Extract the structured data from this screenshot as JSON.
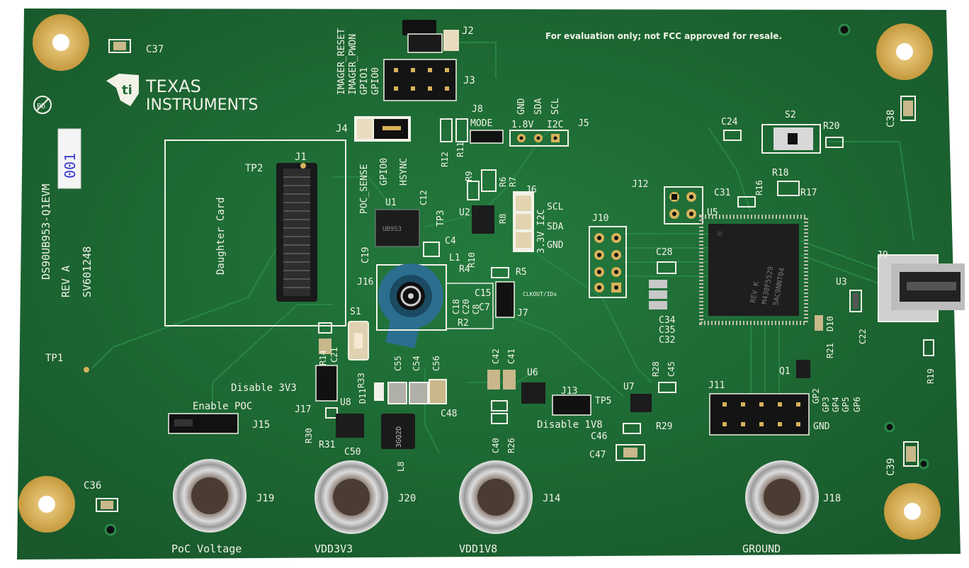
{
  "board": {
    "board_name": "DS90UB953-Q1EVM",
    "revision": "REV A",
    "serial": "SV601248",
    "disclaimer": "For evaluation only; not FCC approved for resale.",
    "logo_line1": "TEXAS",
    "logo_line2": "INSTRUMENTS",
    "daughter_card": "Daughter Card",
    "handwritten_sticker": "001",
    "colors": {
      "pcb": "#1e6b35",
      "silk": "#f2f2e8",
      "gold": "#d7b25a",
      "coax": "#2c6e8f"
    }
  },
  "labels": {
    "c37": "C37",
    "c36": "C36",
    "c38": "C38",
    "c39": "C39",
    "j1": "J1",
    "tp2": "TP2",
    "tp1": "TP1",
    "tp3": "TP3",
    "j2": "J2",
    "j3": "J3",
    "j4": "J4",
    "j5": "J5",
    "j6": "J6",
    "j7": "J7",
    "j8": "J8",
    "j9": "J9",
    "j10": "J10",
    "j11": "J11",
    "j12": "J12",
    "j13": "J13",
    "j14": "J14",
    "j15": "J15",
    "j16": "J16",
    "j17": "J17",
    "j18": "J18",
    "j19": "J19",
    "j20": "J20",
    "imager_reset": "IMAGER_RESET",
    "imager_pwdn": "IMAGER_PWDN",
    "gpio1": "GPIO1",
    "gpio0": "GPIO0",
    "poc_sense": "POC_SENSE",
    "gpio0_b": "GPIO0",
    "hsync": "HSYNC",
    "mode": "MODE",
    "gnd_top": "GND",
    "sda_top": "SDA",
    "scl_top": "SCL",
    "v18": "1.8V",
    "i2c": "I2C",
    "scl_right": "SCL",
    "sda_right": "SDA",
    "gnd_right": "GND",
    "v33_i2c": "3.3V I2C",
    "clkout": "CLKOUT/IDx",
    "u1": "U1",
    "u2": "U2",
    "u3": "U3",
    "u5": "U5",
    "u6": "U6",
    "u7": "U7",
    "u8": "U8",
    "l1": "L1",
    "l8": "L8",
    "s1": "S1",
    "s2": "S2",
    "r2": "R2",
    "r4": "R4",
    "r5": "R5",
    "r6": "R6",
    "r7": "R7",
    "r8": "R8",
    "r9": "R9",
    "r10": "R10",
    "r11": "R11",
    "r12": "R12",
    "r14": "R14",
    "r16": "R16",
    "r17": "R17",
    "r18": "R18",
    "r19": "R19",
    "r20": "R20",
    "r21": "R21",
    "r26": "R26",
    "r28": "R28",
    "r29": "R29",
    "r30": "R30",
    "r31": "R31",
    "r33": "R33",
    "c4": "C4",
    "c7": "C7",
    "c8": "C8",
    "c12": "C12",
    "c15": "C15",
    "c18": "C18",
    "c19": "C19",
    "c20": "C20",
    "c21": "C21",
    "c22": "C22",
    "c24": "C24",
    "c28": "C28",
    "c31": "C31",
    "c32": "C32",
    "c34": "C34",
    "c35": "C35",
    "c40": "C40",
    "c41": "C41",
    "c42": "C42",
    "c45": "C45",
    "c46": "C46",
    "c47": "C47",
    "c48": "C48",
    "c50": "C50",
    "c54": "C54",
    "c55": "C55",
    "c56": "C56",
    "d10": "D10",
    "d11": "D11",
    "q1": "Q1",
    "tp5": "TP5",
    "disable_3v3": "Disable 3V3",
    "enable_poc": "Enable POC",
    "disable_1v8": "Disable 1V8",
    "gp2": "GP2",
    "gp3": "GP3",
    "gp4": "GP4",
    "gp5": "GP5",
    "gp6": "GP6",
    "gnd_j11": "GND",
    "poc_voltage": "PoC Voltage",
    "vdd3v3": "VDD3V3",
    "vdd1v8": "VDD1V8",
    "ground": "GROUND",
    "u1_marking": "UB953",
    "u5_line1": "5AC9NNT04",
    "u5_line2": "M430F5529",
    "u5_line3": "REV K",
    "l8_marking": "3GQ2D",
    "pb_mark": "Pb"
  }
}
